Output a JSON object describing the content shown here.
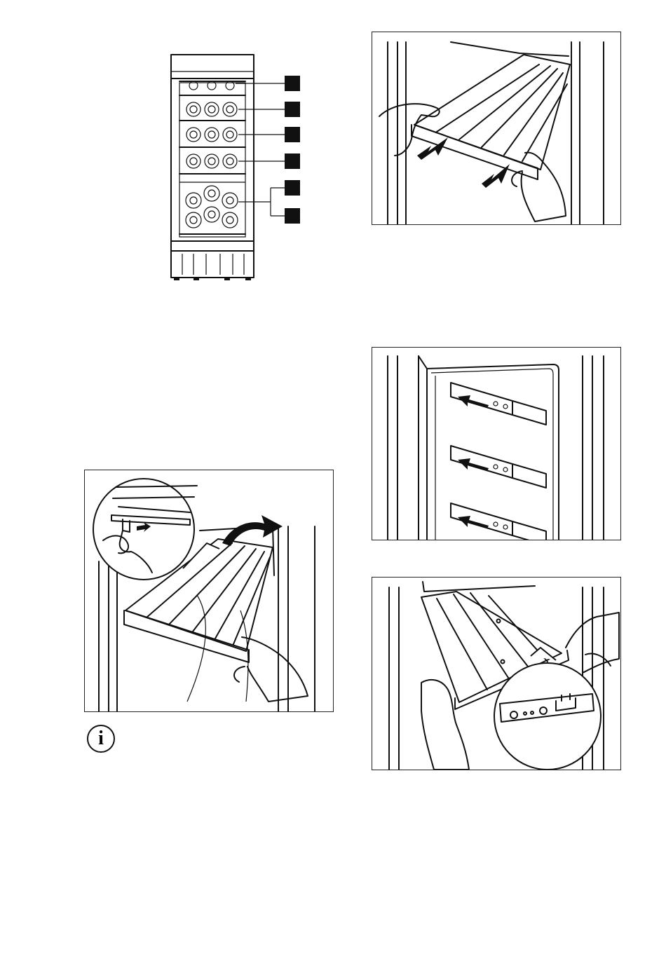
{
  "page": {
    "background": "#ffffff",
    "ink": "#111111"
  },
  "figures": [
    {
      "id": "cabinet-overview",
      "callout_markers": 6,
      "icon": "wine-cabinet-icon"
    },
    {
      "id": "remove-shelf",
      "icon": "pull-out-arrows-icon"
    },
    {
      "id": "tilt-shelf-release-clip",
      "icon": "curved-lift-arrow-icon"
    },
    {
      "id": "slide-rails-back",
      "icon": "push-arrows-icon"
    },
    {
      "id": "mount-shelf-on-rails",
      "icon": "magnifier-callout-icon"
    }
  ],
  "info_icon": {
    "glyph": "i",
    "icon": "info-icon"
  }
}
